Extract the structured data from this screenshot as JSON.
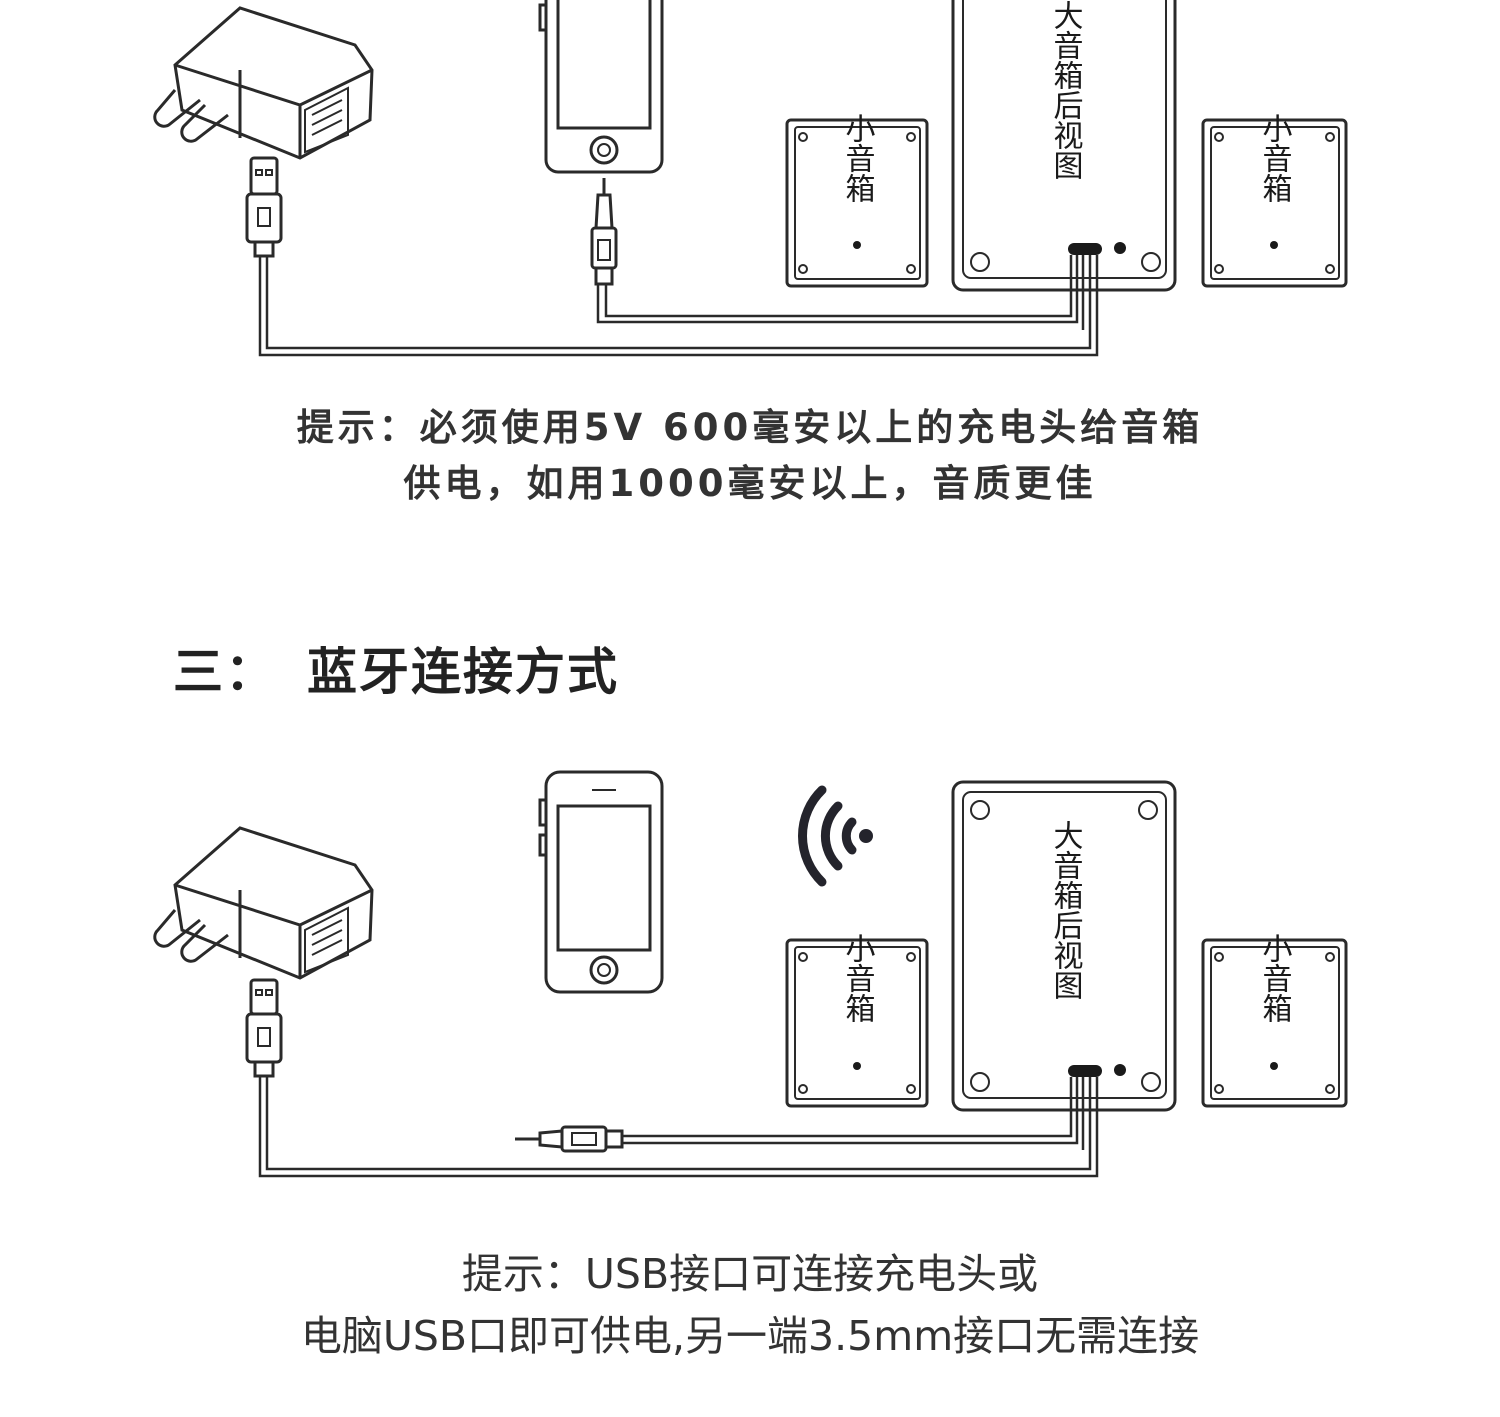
{
  "section1": {
    "small_speaker_left": "小音箱",
    "big_speaker": "大音箱后视图",
    "small_speaker_right": "小音箱",
    "note_line1": "提示：必须使用5V 600毫安以上的充电头给音箱",
    "note_line2": "供电，如用1000毫安以上，音质更佳"
  },
  "section3": {
    "number": "三：",
    "title": "蓝牙连接方式",
    "small_speaker_left": "小音箱",
    "big_speaker": "大音箱后视图",
    "small_speaker_right": "小音箱",
    "note_line1": "提示：USB接口可连接充电头或",
    "note_line2": "电脑USB口即可供电,另一端3.5mm接口无需连接"
  },
  "icons": [
    "power-adapter-icon",
    "usb-plug-icon",
    "smartphone-icon",
    "audio-jack-icon",
    "wireless-signal-icon"
  ]
}
